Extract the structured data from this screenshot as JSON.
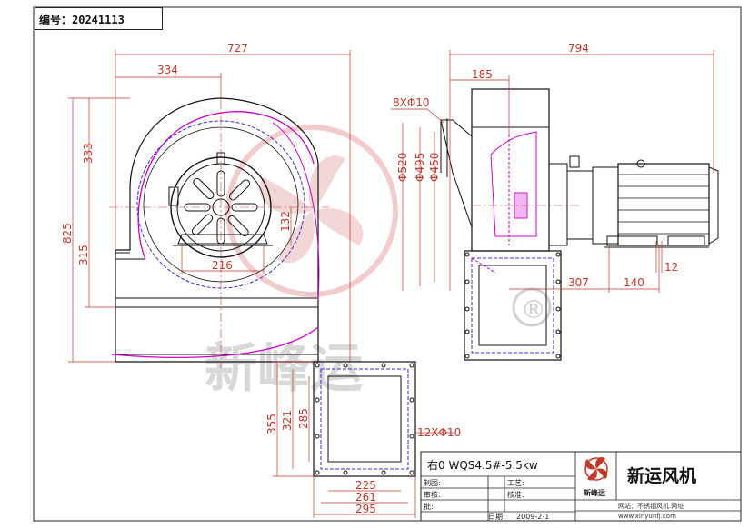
{
  "header": {
    "code": "编号：20241113"
  },
  "dimensions": {
    "w727": "727",
    "w334": "334",
    "h333": "333",
    "h825": "825",
    "h315": "315",
    "d216": "216",
    "d132": "132",
    "w794": "794",
    "w185": "185",
    "holes8": "8XΦ10",
    "d520": "Φ520",
    "d495": "Φ495",
    "d450": "Φ450",
    "d307": "307",
    "d140": "140",
    "d12": "12",
    "f355": "355",
    "f321": "321",
    "f285": "285",
    "holes12": "12XΦ10",
    "f225": "225",
    "f261": "261",
    "f295": "295"
  },
  "watermark": {
    "text": "新峰运",
    "registered": "®"
  },
  "title_block": {
    "model": "右0  WQS4.5#-5.5kw",
    "drawn_label": "制图:",
    "process_label": "工艺:",
    "review_label": "审核:",
    "check_label": "核准:",
    "batch_label": "批:",
    "date_label": "日期:",
    "date": "2009-2-1",
    "logo_caption": "新峰运",
    "company": "新运风机",
    "website_label": "网站：不锈钢风机.网址",
    "website_url": "www.xinyunfj.com"
  },
  "colors": {
    "line": "#000000",
    "magenta": "#cc00cc",
    "blue": "#3030cc",
    "dim": "#c0392b"
  }
}
